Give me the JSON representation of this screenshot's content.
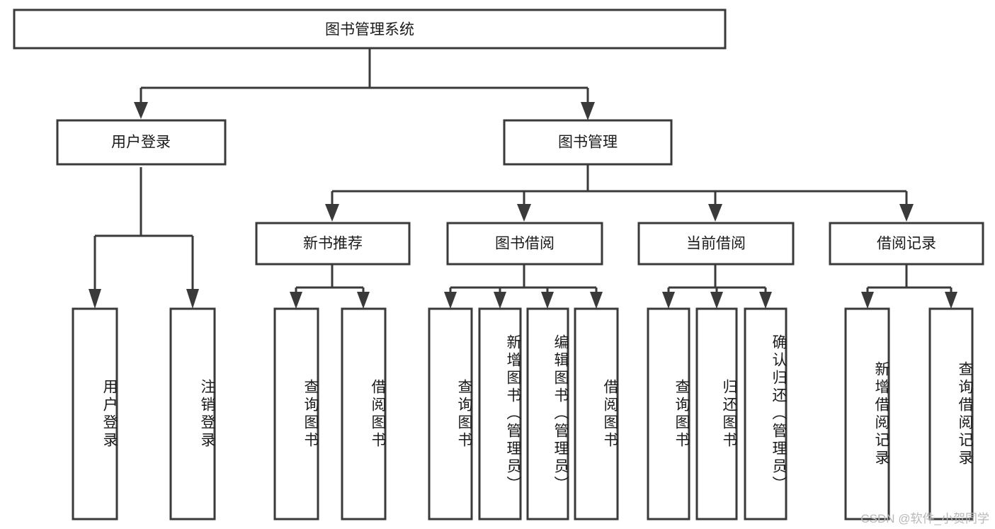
{
  "diagram": {
    "type": "tree",
    "title": "图书管理系统",
    "watermark": "CSDN @软件_小贺同学",
    "levels": {
      "root": {
        "label": "图书管理系统"
      },
      "level2": [
        {
          "id": "user-login",
          "label": "用户登录"
        },
        {
          "id": "book-manage",
          "label": "图书管理"
        }
      ],
      "level3": [
        {
          "id": "new-book-recommend",
          "label": "新书推荐",
          "parent": "book-manage"
        },
        {
          "id": "book-borrow",
          "label": "图书借阅",
          "parent": "book-manage"
        },
        {
          "id": "current-borrow",
          "label": "当前借阅",
          "parent": "book-manage"
        },
        {
          "id": "borrow-record",
          "label": "借阅记录",
          "parent": "book-manage"
        }
      ],
      "leaves": [
        {
          "id": "leaf-user-login",
          "label": "用户登录",
          "parent": "user-login"
        },
        {
          "id": "leaf-logout-login",
          "label": "注销登录",
          "parent": "user-login"
        },
        {
          "id": "leaf-query-book-1",
          "label": "查询图书",
          "parent": "new-book-recommend"
        },
        {
          "id": "leaf-borrow-book-1",
          "label": "借阅图书",
          "parent": "new-book-recommend"
        },
        {
          "id": "leaf-query-book-2",
          "label": "查询图书",
          "parent": "book-borrow"
        },
        {
          "id": "leaf-add-book",
          "label": "新增图书（管理员）",
          "parent": "book-borrow"
        },
        {
          "id": "leaf-edit-book",
          "label": "编辑图书（管理员）",
          "parent": "book-borrow"
        },
        {
          "id": "leaf-borrow-book-2",
          "label": "借阅图书",
          "parent": "book-borrow"
        },
        {
          "id": "leaf-query-book-3",
          "label": "查询图书",
          "parent": "current-borrow"
        },
        {
          "id": "leaf-return-book",
          "label": "归还图书",
          "parent": "current-borrow"
        },
        {
          "id": "leaf-confirm-return",
          "label": "确认归还（管理员）",
          "parent": "current-borrow"
        },
        {
          "id": "leaf-add-record",
          "label": "新增借阅记录",
          "parent": "borrow-record"
        },
        {
          "id": "leaf-query-record",
          "label": "查询借阅记录",
          "parent": "borrow-record"
        }
      ]
    },
    "colors": {
      "stroke": "#3a3a3a",
      "fill": "#ffffff",
      "text": "#1a1a1a",
      "watermark": "#b8b8b8"
    }
  }
}
